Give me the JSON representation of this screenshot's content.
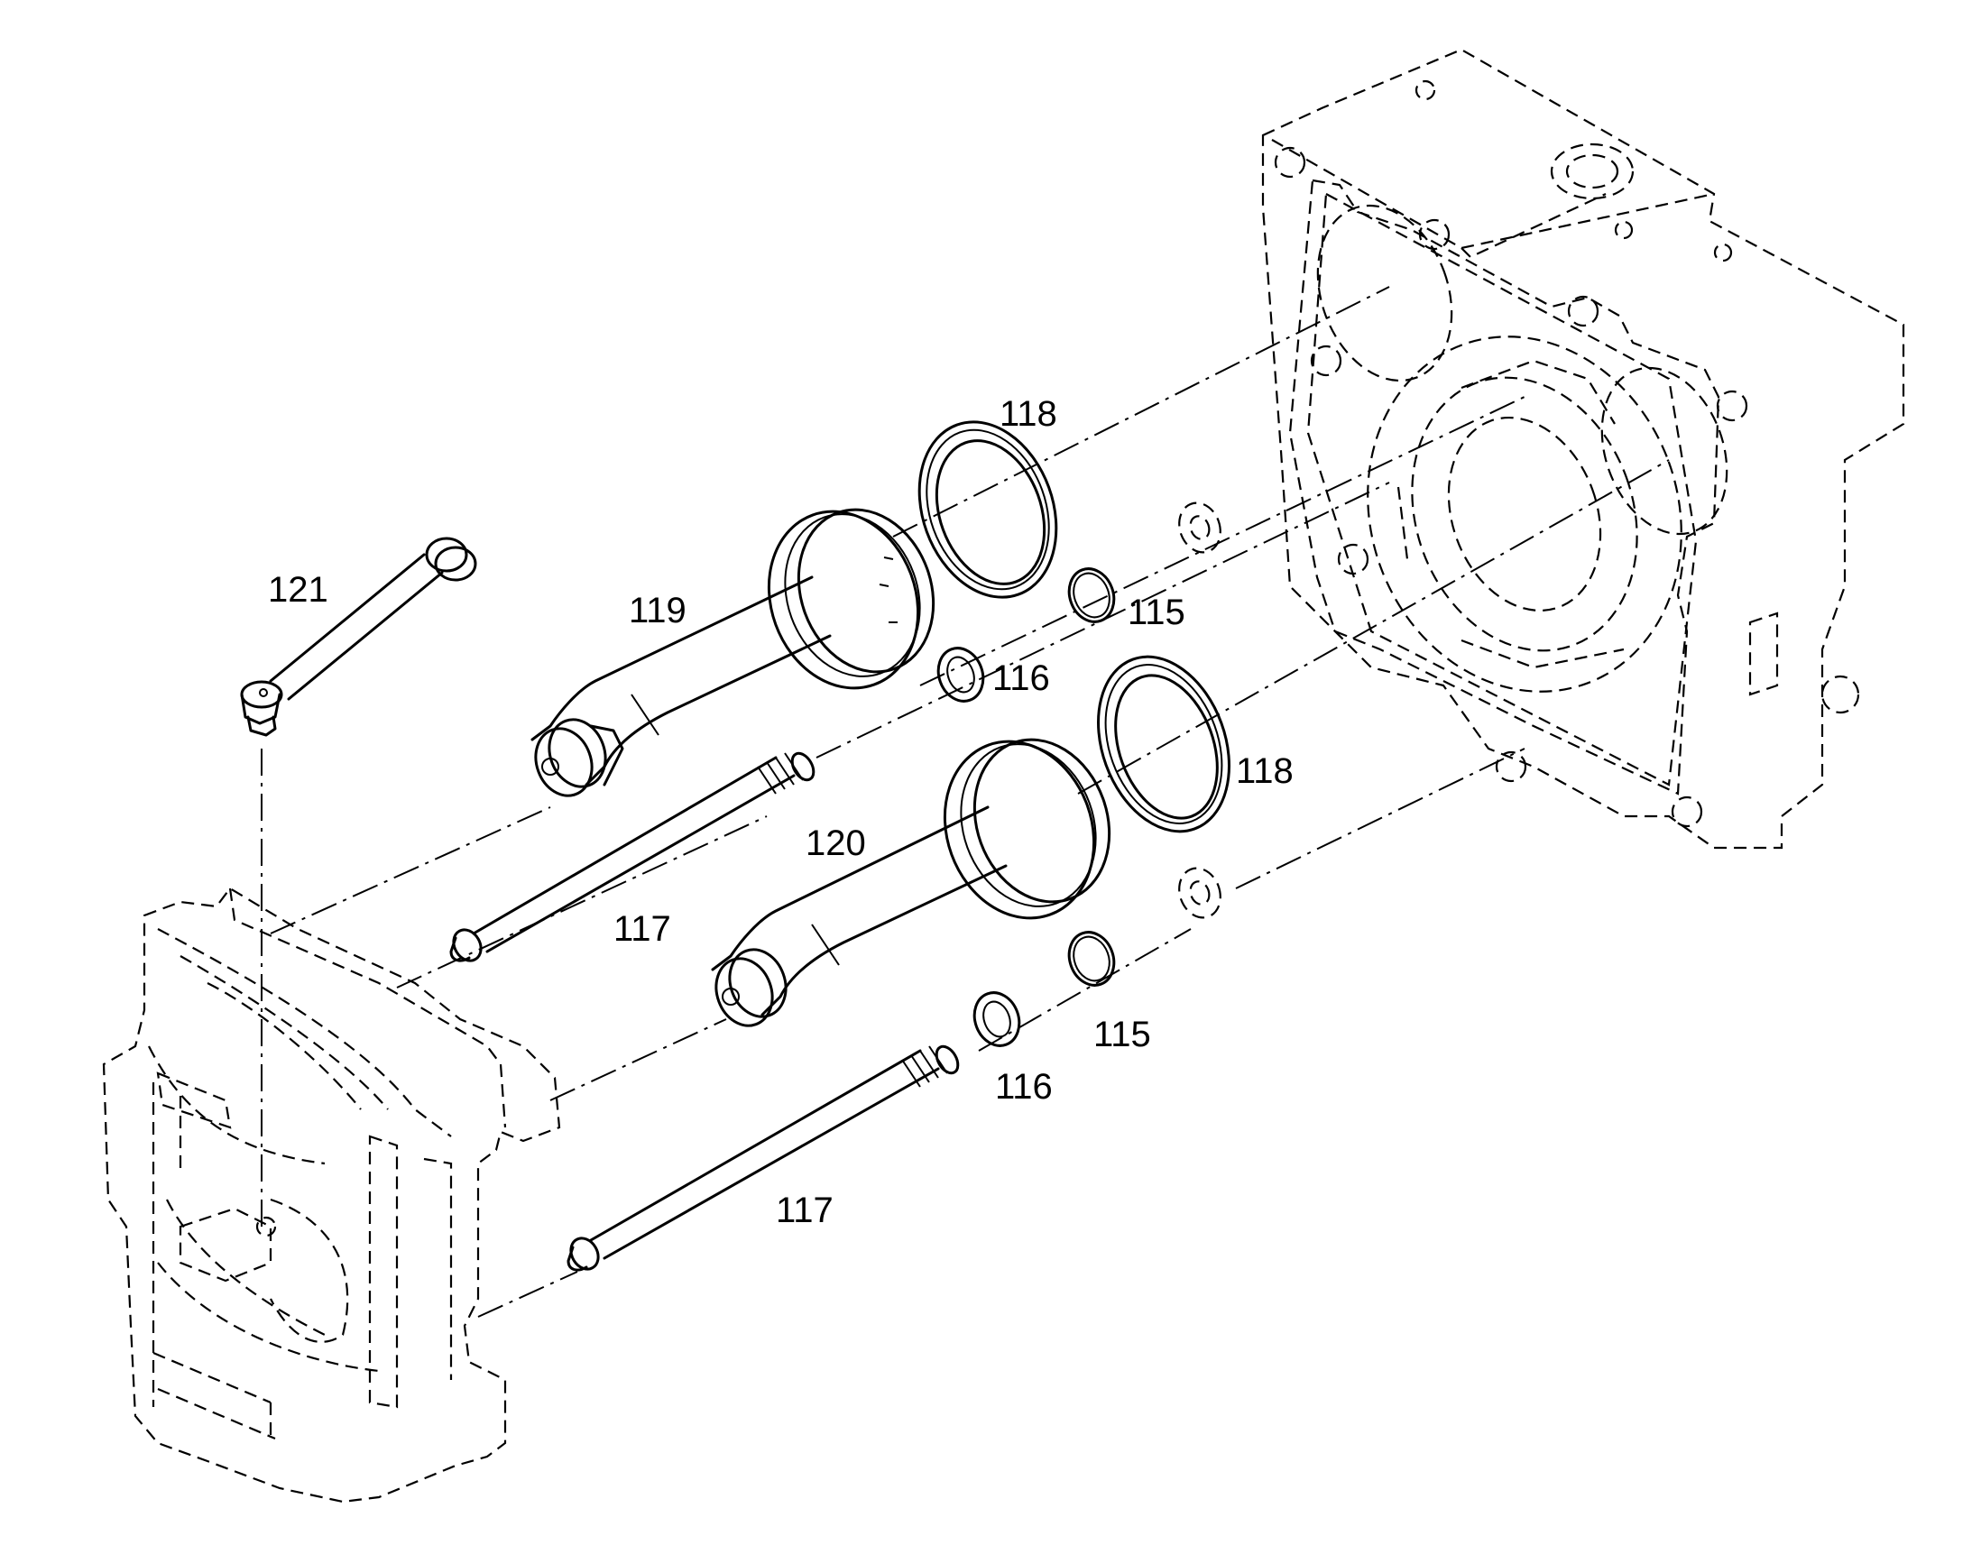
{
  "callouts": [
    {
      "id": "118-top",
      "label": "118"
    },
    {
      "id": "121",
      "label": "121"
    },
    {
      "id": "119",
      "label": "119"
    },
    {
      "id": "115-top",
      "label": "115"
    },
    {
      "id": "116-top",
      "label": "116"
    },
    {
      "id": "118-mid",
      "label": "118"
    },
    {
      "id": "120",
      "label": "120"
    },
    {
      "id": "117-top",
      "label": "117"
    },
    {
      "id": "115-bot",
      "label": "115"
    },
    {
      "id": "116-bot",
      "label": "116"
    },
    {
      "id": "117-bot",
      "label": "117"
    }
  ]
}
